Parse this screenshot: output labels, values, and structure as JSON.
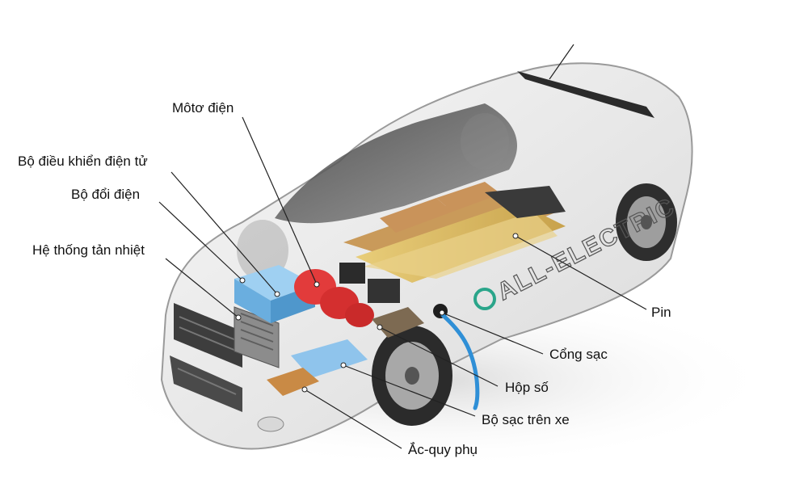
{
  "labels": {
    "motor": "Môtơ điện",
    "controller": "Bộ điều khiển điện tử",
    "inverter": "Bộ đổi điện",
    "cooling": "Hệ thống tản nhiệt",
    "battery": "Pin",
    "charge_port": "Cổng sạc",
    "gearbox": "Hộp số",
    "onboard_charger": "Bộ sạc trên xe",
    "aux_battery": "Ắc-quy phụ"
  },
  "car_side_text": "ALL-ELECTRIC",
  "colors": {
    "battery": "#e2c46a",
    "battery_modules": "#c99a5a",
    "motor": "#e23b3b",
    "inverter": "#7ab8e6",
    "charge_cable": "#2f8fd6",
    "leader_lines": "#222222"
  }
}
